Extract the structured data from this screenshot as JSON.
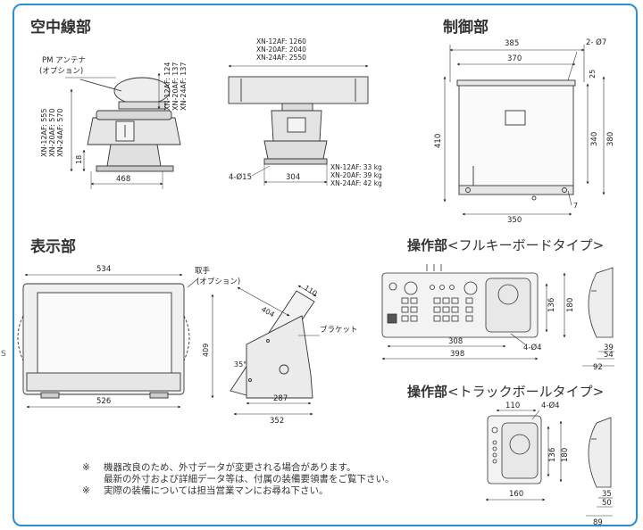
{
  "sections": {
    "antenna": "空中線部",
    "control": "制御部",
    "display": "表示部",
    "kb_main": "操作部",
    "kb_sub": "<フルキーボードタイプ>",
    "tb_main": "操作部",
    "tb_sub": "<トラックボールタイプ>"
  },
  "antenna": {
    "pm_label": "PM アンテナ",
    "pm_option": "(オプション)",
    "lengths": [
      "XN-12AF: 1260",
      "XN-20AF: 2040",
      "XN-24AF: 2550"
    ],
    "radome_heights": [
      "XN-12AF: 124",
      "XN-20AF: 137",
      "XN-24AF: 137"
    ],
    "total_heights": [
      "XN-12AF: 555",
      "XN-20AF: 570",
      "XN-24AF: 570"
    ],
    "base_height": "18",
    "width_front": "468",
    "width_side": "304",
    "holes": "4-Ø15",
    "weights": [
      "XN-12AF: 33 kg",
      "XN-20AF: 39 kg",
      "XN-24AF: 42 kg"
    ]
  },
  "control": {
    "w_outer": "385",
    "w_inner": "370",
    "holes": "2- Ø7",
    "d_top": "25",
    "h_total": "410",
    "h_inner": "340",
    "h_right": "380",
    "w_bottom": "350",
    "d_bottom": "7"
  },
  "display": {
    "w_top": "534",
    "handle": "取手",
    "handle_option": "(オプション)",
    "w_bottom": "526",
    "side_top": "110",
    "diag": "404",
    "height": "409",
    "angle": "35°",
    "bracket": "ブラケット",
    "d1": "287",
    "d2": "352"
  },
  "keyboard": {
    "h1": "136",
    "h2": "180",
    "holes": "4-Ø4",
    "w1": "308",
    "w2": "398",
    "s1": "39",
    "s2": "54",
    "s3": "92"
  },
  "trackball": {
    "w_top": "110",
    "holes": "4-Ø4",
    "h1": "136",
    "h2": "180",
    "w_bottom": "160",
    "s1": "35",
    "s2": "50",
    "s3": "89"
  },
  "notes": [
    {
      "mark": "※",
      "text": "機器改良のため、外寸データが変更される場合があります。"
    },
    {
      "mark": "",
      "text": "最新の外寸および詳細データ等は、付属の装備要領書をご覧下さい。"
    },
    {
      "mark": "※",
      "text": "実際の装備については担当営業マンにお尋ね下さい。"
    }
  ],
  "stray_mark": "S"
}
